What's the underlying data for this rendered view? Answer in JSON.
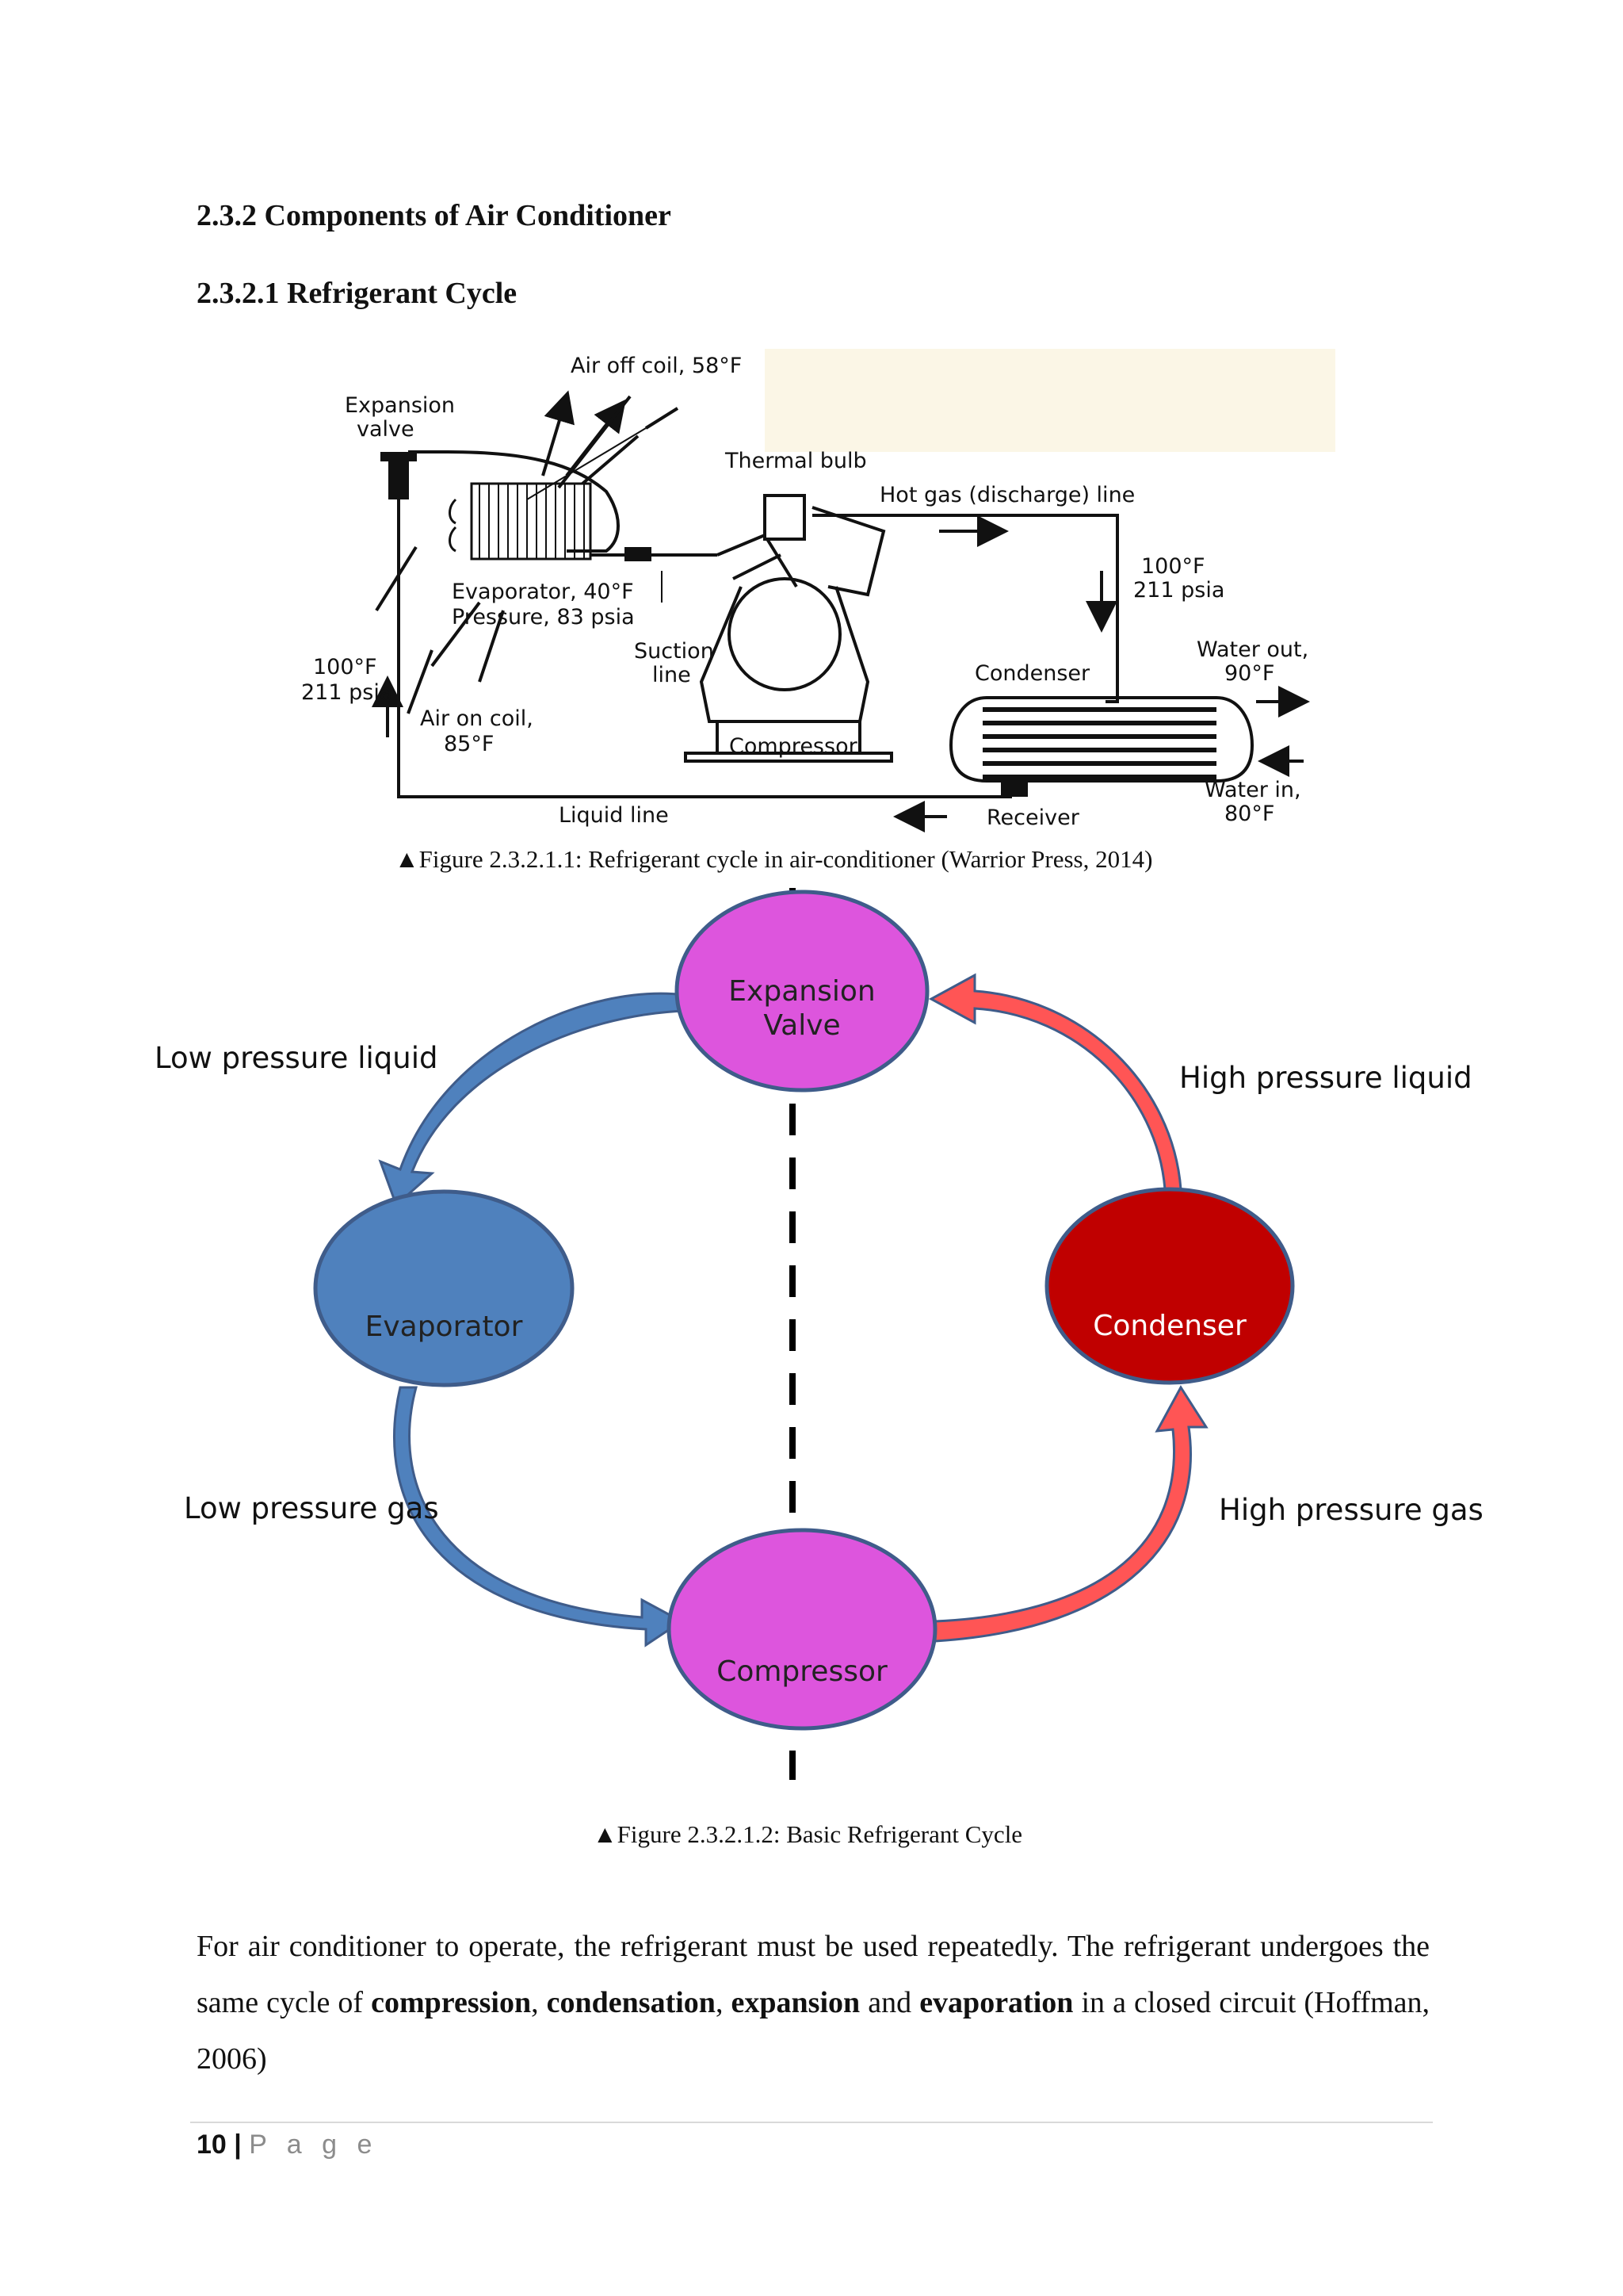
{
  "headings": {
    "section": "2.3.2 Components of Air Conditioner",
    "subsection": "2.3.2.1 Refrigerant Cycle"
  },
  "figure1": {
    "labels": {
      "expansion_valve_1": "Expansion",
      "expansion_valve_2": "valve",
      "air_off_coil": "Air off coil, 58°F",
      "thermal_bulb": "Thermal bulb",
      "hot_gas_line": "Hot gas (discharge) line",
      "discharge_temp": "100°F",
      "discharge_pressure": "211 psia",
      "evaporator_1": "Evaporator, 40°F",
      "evaporator_2": "Pressure, 83 psia",
      "suction_1": "Suction",
      "suction_2": "line",
      "left_temp": "100°F",
      "left_pressure": "211 psia",
      "air_on_coil_1": "Air on coil,",
      "air_on_coil_2": "85°F",
      "condenser": "Condenser",
      "water_out_1": "Water out,",
      "water_out_2": "90°F",
      "compressor": "Compressor",
      "water_in_1": "Water in,",
      "water_in_2": "80°F",
      "liquid_line": "Liquid line",
      "receiver": "Receiver"
    },
    "caption": "▲Figure 2.3.2.1.1: Refrigerant cycle in air-conditioner (Warrior Press, 2014)"
  },
  "figure2": {
    "nodes": {
      "expansion_1": "Expansion",
      "expansion_2": "Valve",
      "evaporator": "Evaporator",
      "condenser": "Condenser",
      "compressor": "Compressor"
    },
    "flow_labels": {
      "low_pressure_liquid": "Low pressure liquid",
      "high_pressure_liquid": "High pressure liquid",
      "low_pressure_gas": "Low pressure gas",
      "high_pressure_gas": "High pressure gas"
    },
    "colors": {
      "expansion_compressor": "#dd55dd",
      "evaporator": "#4f81bd",
      "condenser": "#c00000",
      "low_side_arrow": "#4f81bd",
      "high_side_arrow": "#ff5555",
      "outline": "#3f5c8a"
    },
    "caption": "▲Figure 2.3.2.1.2: Basic Refrigerant Cycle"
  },
  "paragraph": {
    "part1": "For air conditioner to operate, the refrigerant must be used repeatedly. The refrigerant undergoes the same cycle of ",
    "bold1": "compression",
    "sep1": ", ",
    "bold2": "condensation",
    "sep2": ", ",
    "bold3": "expansion",
    "sep3": " and ",
    "bold4": "evaporation",
    "part2": " in a closed circuit (Hoffman, 2006)"
  },
  "footer": {
    "page_number": "10",
    "separator": " | ",
    "page_word": "P a g e"
  }
}
